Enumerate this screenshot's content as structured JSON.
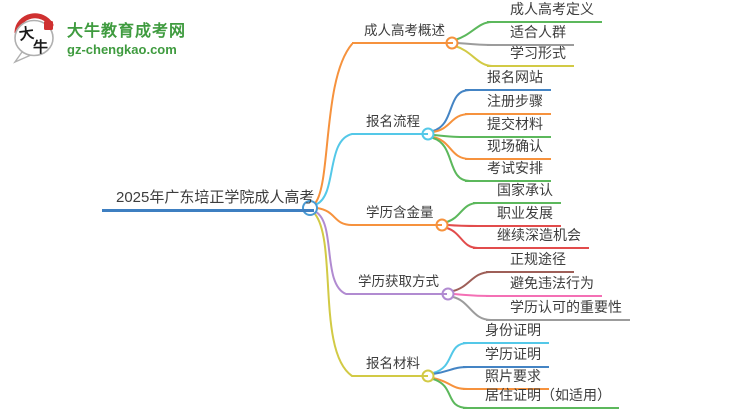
{
  "logo": {
    "bubble_char_1": "大",
    "bubble_char_2": "牛",
    "site_name": "大牛教育成考网",
    "site_url": "gz-chengkao.com"
  },
  "colors": {
    "orange": "#f6923d",
    "cyan": "#54c8e8",
    "blue": "#4484c4",
    "green": "#5cb85c",
    "yellow": "#d2ca45",
    "red": "#e24c4c",
    "purple": "#b18bd1",
    "pink": "#f470b5",
    "brown": "#9e5f58",
    "gray": "#9c9c9c",
    "root_underline_blue": "#3e7fc1",
    "root_circle_blue": "#4a9ad2",
    "text": "#3d3d3d",
    "logo_green": "#3f9b3f",
    "logo_red": "#cf3030",
    "bubble_outline_gray": "#b0b0b0"
  },
  "mindmap": {
    "root": {
      "label": "2025年广东培正学院成人高考"
    },
    "branches": [
      {
        "label": "成人高考概述",
        "color": "orange",
        "children": [
          {
            "label": "成人高考定义",
            "color": "green"
          },
          {
            "label": "适合人群",
            "color": "gray"
          },
          {
            "label": "学习形式",
            "color": "yellow"
          }
        ]
      },
      {
        "label": "报名流程",
        "color": "cyan",
        "children": [
          {
            "label": "报名网站",
            "color": "blue"
          },
          {
            "label": "注册步骤",
            "color": "orange"
          },
          {
            "label": "提交材料",
            "color": "green"
          },
          {
            "label": "现场确认",
            "color": "orange"
          },
          {
            "label": "考试安排",
            "color": "green"
          }
        ]
      },
      {
        "label": "学历含金量",
        "color": "orange",
        "children": [
          {
            "label": "国家承认",
            "color": "green"
          },
          {
            "label": "职业发展",
            "color": "red"
          },
          {
            "label": "继续深造机会",
            "color": "red"
          }
        ]
      },
      {
        "label": "学历获取方式",
        "color": "purple",
        "children": [
          {
            "label": "正规途径",
            "color": "brown"
          },
          {
            "label": "避免违法行为",
            "color": "pink"
          },
          {
            "label": "学历认可的重要性",
            "color": "gray"
          }
        ]
      },
      {
        "label": "报名材料",
        "color": "yellow",
        "children": [
          {
            "label": "身份证明",
            "color": "cyan"
          },
          {
            "label": "学历证明",
            "color": "blue"
          },
          {
            "label": "照片要求",
            "color": "orange"
          },
          {
            "label": "居住证明（如适用）",
            "color": "green"
          }
        ]
      }
    ]
  }
}
